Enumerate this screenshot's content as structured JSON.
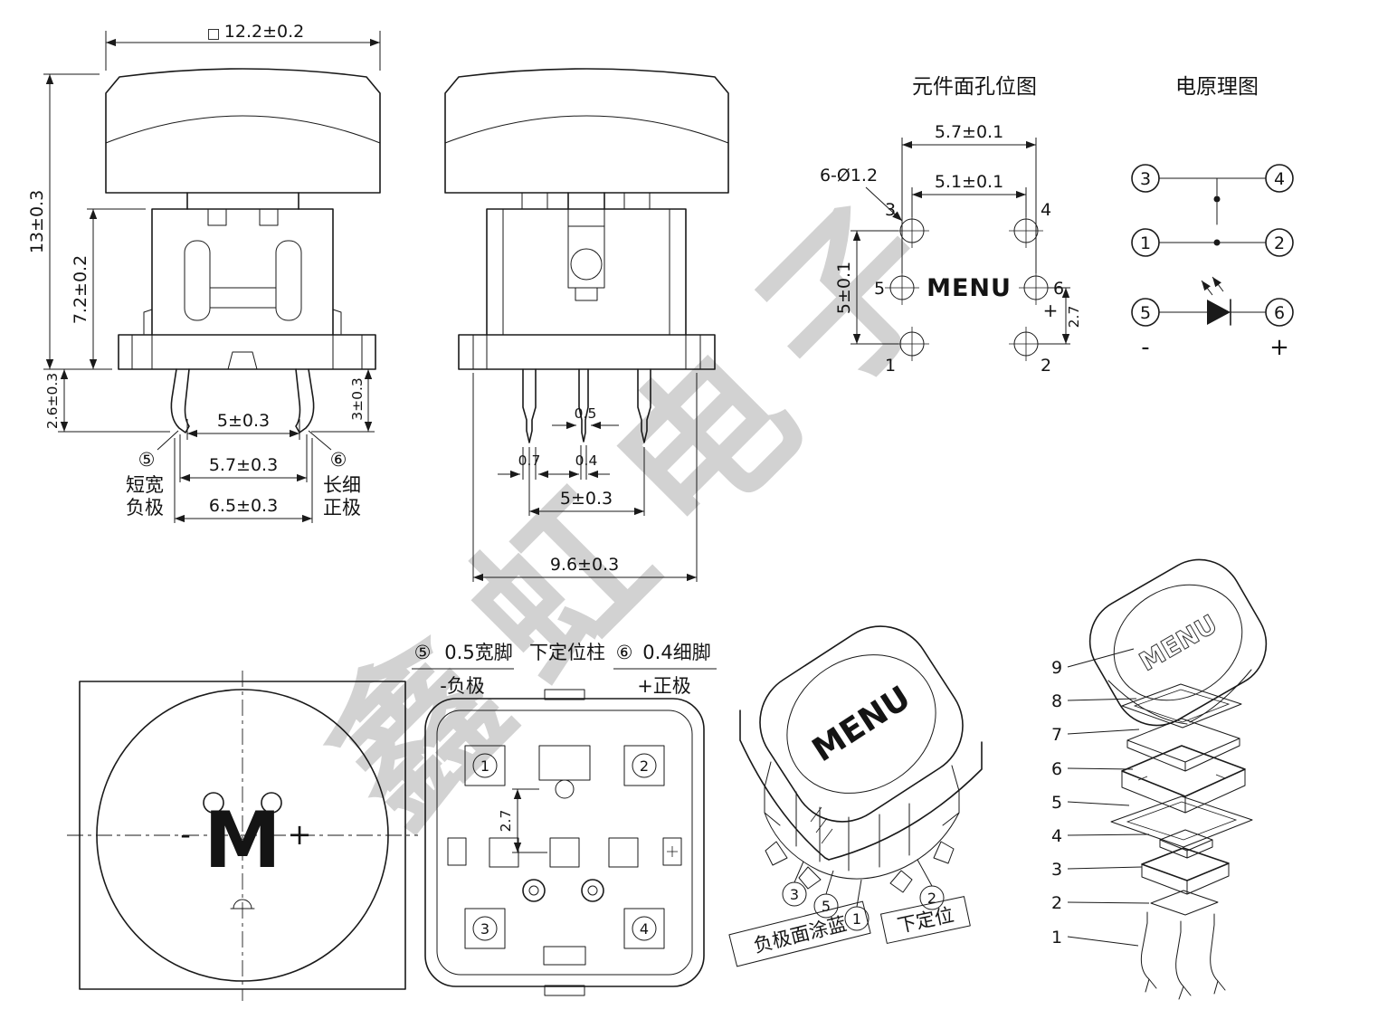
{
  "watermark": "鑫虹电子",
  "front_view": {
    "square_symbol": "□",
    "dim_top_width": "12.2±0.2",
    "dim_total_height": "13±0.3",
    "dim_body_height": "7.2±0.2",
    "dim_left_pin_length": "2.6±0.3",
    "dim_right_pin_length": "3±0.3",
    "dim_pin_span_inner": "5±0.3",
    "dim_pin_span_mid": "5.7±0.3",
    "dim_pin_span_outer": "6.5±0.3",
    "callout_neg": {
      "num": "⑤",
      "line1": "短宽",
      "line2": "负极"
    },
    "callout_pos": {
      "num": "⑥",
      "line1": "长细",
      "line2": "正极"
    }
  },
  "side_view": {
    "dim_center_pin_width": "0.5",
    "dim_left_pin_width": "0.7",
    "dim_center_pin_tip": "0.4",
    "dim_pin_span": "5±0.3",
    "dim_base_width": "9.6±0.3"
  },
  "hole_map": {
    "title": "元件面孔位图",
    "dim_mid_row_span": "5.7±0.1",
    "dim_row_span": "5.1±0.1",
    "dim_hole_callout": "6-Ø1.2",
    "dim_col_span": "5±0.1",
    "dim_row_pitch": "2.7",
    "center_label": "MENU",
    "plus": "+",
    "pin1": "1",
    "pin2": "2",
    "pin3": "3",
    "pin4": "4",
    "pin5": "5",
    "pin6": "6"
  },
  "schematic": {
    "title": "电原理图",
    "pin1": "1",
    "pin2": "2",
    "pin3": "3",
    "pin4": "4",
    "pin5": "5",
    "pin6": "6",
    "minus": "-",
    "plus": "+"
  },
  "top_view": {
    "legend": "M",
    "minus": "-",
    "plus": "+"
  },
  "bottom_view": {
    "note_neg_num": "⑤",
    "note_neg_text": "0.5宽脚",
    "note_mid": "下定位柱",
    "note_pos_num": "⑥",
    "note_pos_text": "0.4细脚",
    "label_neg": "-负极",
    "label_pos": "+正极",
    "dim_pitch": "2.7",
    "pin1": "1",
    "pin2": "2",
    "pin3": "3",
    "pin4": "4"
  },
  "iso_view": {
    "cap_label": "MENU",
    "note_blue": "负极面涂蓝",
    "note_locate": "下定位",
    "c3": "3",
    "c5": "5",
    "c1": "1",
    "c2": "2"
  },
  "exploded_view": {
    "cap_label": "MENU",
    "parts": [
      "9",
      "8",
      "7",
      "6",
      "5",
      "4",
      "3",
      "2",
      "1"
    ]
  }
}
